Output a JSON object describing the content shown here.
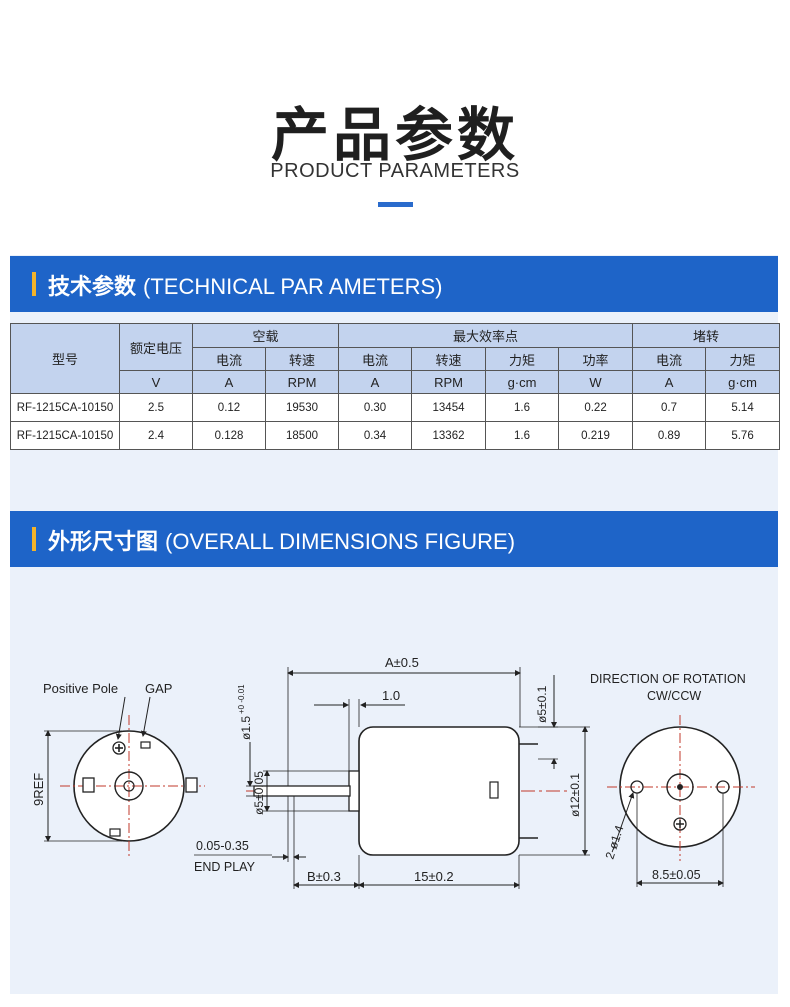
{
  "header": {
    "title": "产品参数",
    "subtitle": "PRODUCT PARAMETERS"
  },
  "section_technical": {
    "title_cn": "技术参数",
    "title_en": "(TECHNICAL PAR AMETERS)"
  },
  "section_dimensions": {
    "title_cn": "外形尺寸图",
    "title_en": "(OVERALL DIMENSIONS FIGURE)"
  },
  "table": {
    "model_header": "型号",
    "rated_voltage_header": "额定电压",
    "no_load_header": "空载",
    "max_eff_header": "最大效率点",
    "stall_header": "堵转",
    "sub": {
      "nl_current": "电流",
      "nl_speed": "转速",
      "me_current": "电流",
      "me_speed": "转速",
      "me_torque": "力矩",
      "me_power": "功率",
      "st_current": "电流",
      "st_torque": "力矩"
    },
    "units": {
      "voltage": "V",
      "nl_current": "A",
      "nl_speed": "RPM",
      "me_current": "A",
      "me_speed": "RPM",
      "me_torque": "g·cm",
      "me_power": "W",
      "st_current": "A",
      "st_torque": "g·cm"
    },
    "rows": [
      {
        "model": "RF-1215CA-10150",
        "voltage": "2.5",
        "nl_current": "0.12",
        "nl_speed": "19530",
        "me_current": "0.30",
        "me_speed": "13454",
        "me_torque": "1.6",
        "me_power": "0.22",
        "st_current": "0.7",
        "st_torque": "5.14"
      },
      {
        "model": "RF-1215CA-10150",
        "voltage": "2.4",
        "nl_current": "0.128",
        "nl_speed": "18500",
        "me_current": "0.34",
        "me_speed": "13362",
        "me_torque": "1.6",
        "me_power": "0.219",
        "st_current": "0.89",
        "st_torque": "5.76"
      }
    ]
  },
  "drawing": {
    "positive_pole": "Positive Pole",
    "gap": "GAP",
    "ref": "9REF",
    "end_play_value": "0.05-0.35",
    "end_play": "END PLAY",
    "a_dim": "A±0.5",
    "one": "1.0",
    "shaft_dia": "ø1.5",
    "shaft_tol": "+0 -0.01",
    "boss_dia": "ø5±0.05",
    "b_dim": "B±0.3",
    "body_len": "15±0.2",
    "term_dia": "ø5±0.1",
    "body_dia": "ø12±0.1",
    "rotation_title": "DIRECTION OF ROTATION",
    "rotation_val": "CW/CCW",
    "holes": "2-ø1.4",
    "hole_spacing": "8.5±0.05"
  }
}
